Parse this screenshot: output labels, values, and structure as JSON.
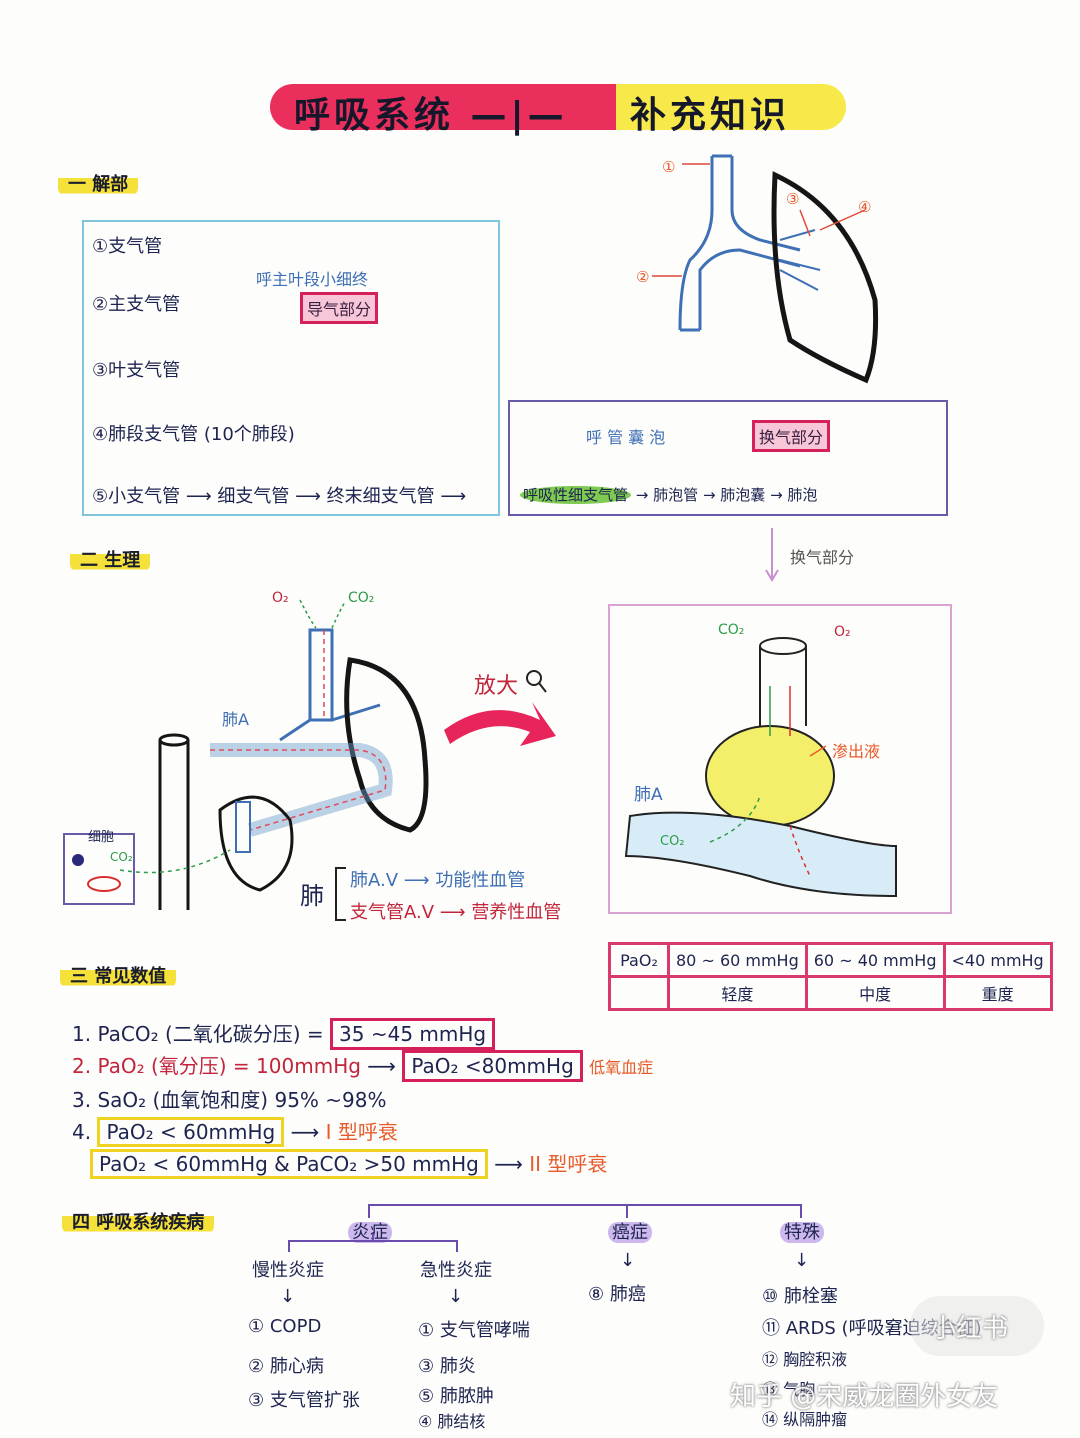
{
  "title": {
    "part1": "呼吸系统 —|— ",
    "part2": "补充知识"
  },
  "sections": {
    "anatomy": "一 解部",
    "physiology": "二 生理",
    "values": "三 常见数值",
    "diseases": "四 呼吸系统疾病"
  },
  "anatomy": {
    "items": [
      "①支气管",
      "②主支气管",
      "③叶支气管",
      "④肺段支气管 (10个肺段)"
    ],
    "item5_parts": [
      "⑤小支气管",
      "细支气管",
      "终末细支气管"
    ],
    "note_top": "呼主叶段小细终",
    "note_tag": "导气部分",
    "box2_note": "呼 管 囊 泡",
    "box2_tag": "换气部分",
    "box2_chain": [
      "呼吸性细支气管",
      "肺泡管",
      "肺泡囊",
      "肺泡"
    ],
    "down_label": "换气部分",
    "diagram_labels": [
      "①",
      "②",
      "③",
      "④"
    ]
  },
  "physiology": {
    "o2": "O₂",
    "co2": "CO₂",
    "pulmonary_a": "肺A",
    "cell": "细胞",
    "zoom": "放大",
    "exudate": "渗出液",
    "lung": "肺",
    "vessels": [
      {
        "name": "肺A.V",
        "type": "功能性血管"
      },
      {
        "name": "支气管A.V",
        "type": "营养性血管"
      }
    ]
  },
  "table": {
    "header": [
      "PaO₂",
      "80 ~ 60 mmHg",
      "60 ~ 40 mmHg",
      "<40 mmHg"
    ],
    "row": [
      "",
      "轻度",
      "中度",
      "重度"
    ]
  },
  "values": {
    "l1_a": "1. PaCO₂ (二氧化碳分压) =",
    "l1_b": "35 ~45 mmHg",
    "l2_a": "2. PaO₂ (氧分压) = 100mmHg",
    "l2_b": "PaO₂ <80mmHg",
    "l2_c": "低氧血症",
    "l3": "3. SaO₂ (血氧饱和度) 95% ~98%",
    "l4_num": "4.",
    "l4_a": "PaO₂ < 60mmHg",
    "l4_b": "I 型呼衰",
    "l5_a": "PaO₂ < 60mmHg & PaCO₂ >50 mmHg",
    "l5_b": "II 型呼衰"
  },
  "diseases": {
    "top": [
      "炎症",
      "癌症",
      "特殊"
    ],
    "chronic": "慢性炎症",
    "acute": "急性炎症",
    "chronic_items": [
      "① COPD",
      "② 肺心病",
      "③ 支气管扩张"
    ],
    "acute_items": [
      "① 支气管哮喘",
      "③ 肺炎",
      "⑤ 肺脓肿",
      "④ 肺结核"
    ],
    "cancer_items": [
      "⑧ 肺癌"
    ],
    "special_items": [
      "⑩ 肺栓塞",
      "⑪ ARDS (呼吸窘迫综合征)",
      "⑫ 胸腔积液",
      "⑬ 气胸",
      "⑭ 纵隔肿瘤"
    ]
  },
  "watermark": {
    "brand": "小红书",
    "author": "知乎 @宋威龙圈外女友"
  }
}
